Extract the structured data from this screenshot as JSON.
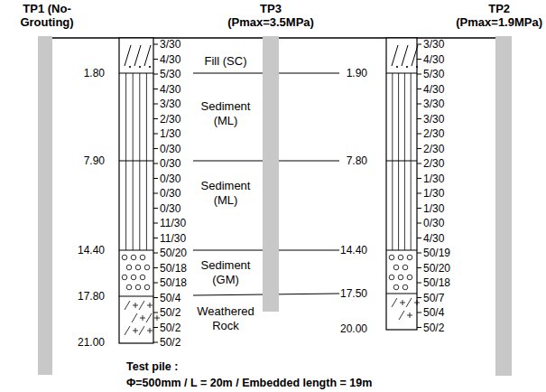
{
  "diagram": {
    "nodes": [
      {
        "text": [
          "TP1 (No-Grouting)"
        ]
      },
      {
        "text": [
          "TP3 (Pmax=3.5MPa)"
        ]
      },
      {
        "text": [
          "TP2 (Pmax=1.9MPa)"
        ]
      }
    ],
    "labels": [
      "1.80",
      "7.90",
      "14.40",
      "17.80",
      "21.00",
      "3/30",
      "4/30",
      "5/30",
      "4/30",
      "3/30",
      "2/30",
      "1/30",
      "0/30",
      "0/30",
      "0/30",
      "0/30",
      "0/30",
      "11/30",
      "11/30",
      "50/20",
      "50/18",
      "50/18",
      "50/4",
      "50/2",
      "50/2",
      "50/2",
      "Fill (SC)",
      "Sediment (ML)",
      "Sediment (ML)",
      "Sediment (GM)",
      "Weathered Rock",
      "1.90",
      "7.80",
      "14.40",
      "17.50",
      "20.00",
      "3/30",
      "4/30",
      "5/30",
      "4/30",
      "3/30",
      "3/30",
      "2/30",
      "2/30",
      "2/30",
      "1/30",
      "1/30",
      "1/30",
      "0/30",
      "4/30",
      "50/19",
      "50/20",
      "50/18",
      "50/7",
      "50/4",
      "50/2",
      "Test pile :",
      "Φ=500mm / L = 20m / Embedded length = 19m"
    ]
  }
}
